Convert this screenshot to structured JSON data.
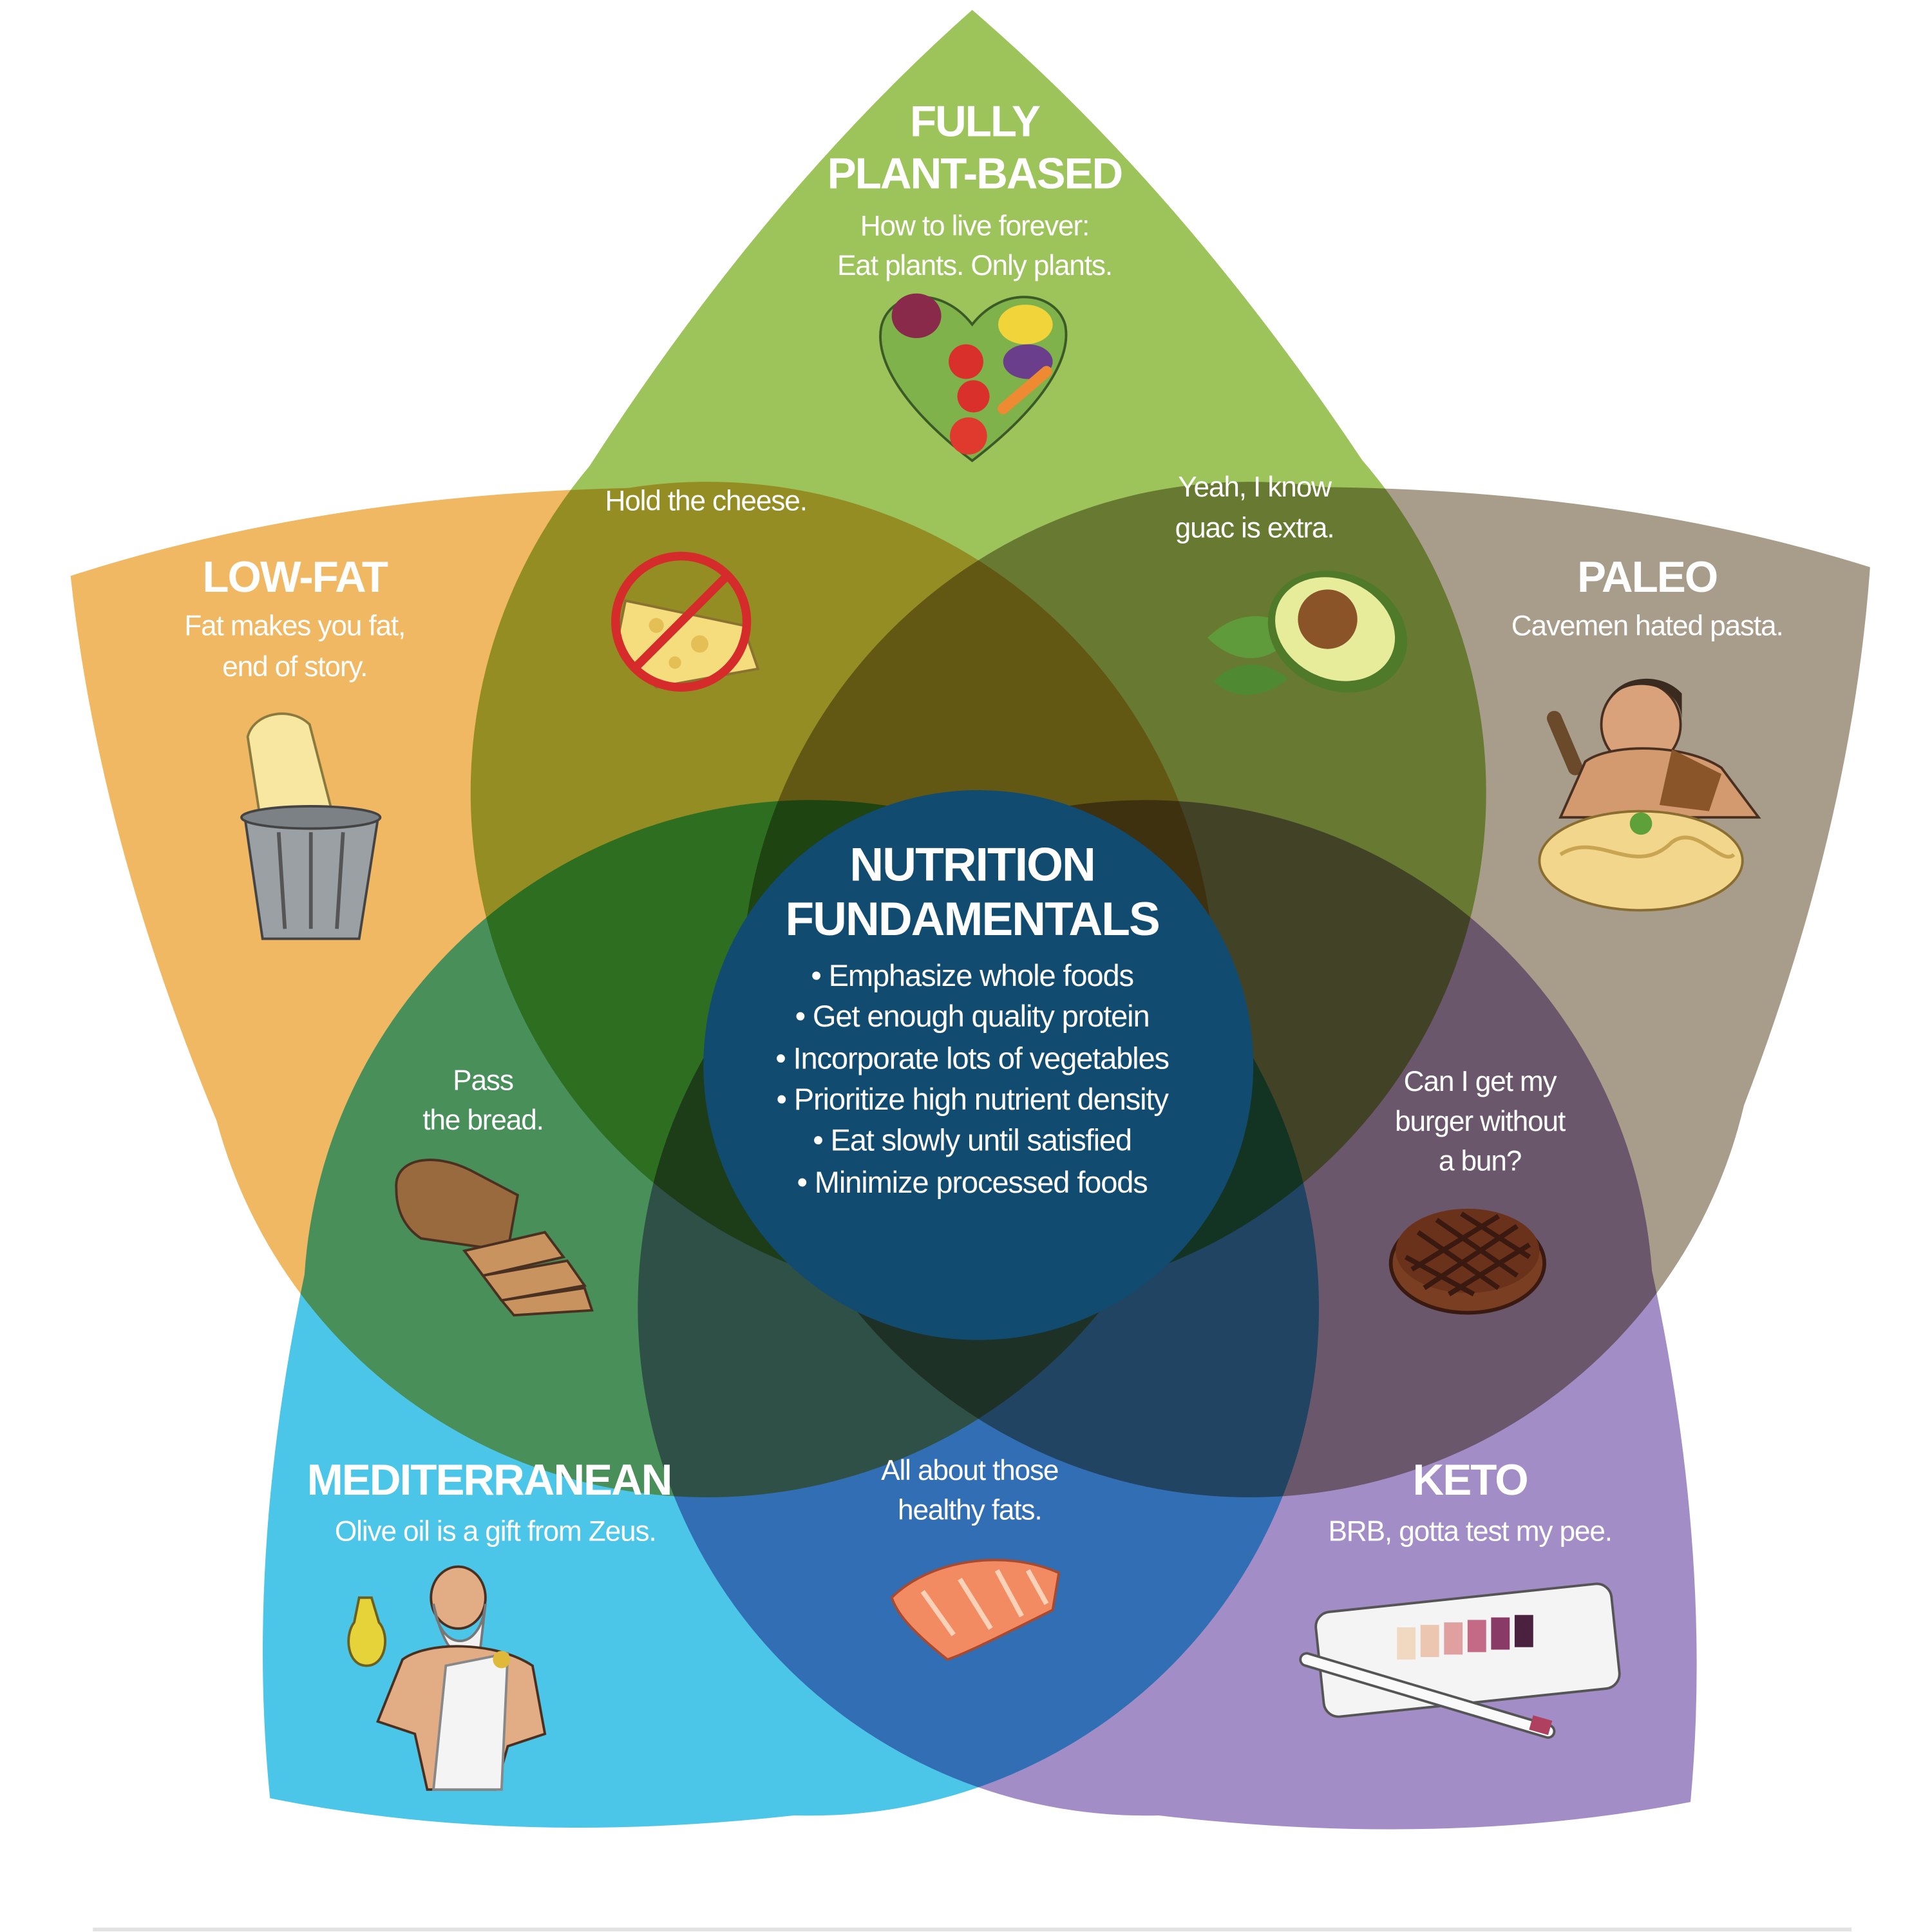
{
  "colors": {
    "plant_based": "#9dc45a",
    "paleo": "#a89d8a",
    "keto": "#a28dc6",
    "mediterranean": "#4cc6e8",
    "low_fat": "#f0b863",
    "center": "#124b70"
  },
  "diets": {
    "plant_based": {
      "title_line1": "FULLY",
      "title_line2": "PLANT-BASED",
      "tagline_line1": "How to live forever:",
      "tagline_line2": "Eat plants. Only plants.",
      "icon": "vegetable-heart-icon"
    },
    "low_fat": {
      "title": "LOW-FAT",
      "tagline_line1": "Fat makes you fat,",
      "tagline_line2": "end of story.",
      "icon": "butter-in-trash-icon"
    },
    "paleo": {
      "title": "PALEO",
      "tagline": "Cavemen hated pasta.",
      "icon": "caveman-pasta-icon"
    },
    "mediterranean": {
      "title": "MEDITERRANEAN",
      "tagline": "Olive oil is a gift from Zeus.",
      "icon": "zeus-olive-oil-icon"
    },
    "keto": {
      "title": "KETO",
      "tagline": "BRB, gotta test my pee.",
      "icon": "ketone-test-strip-icon"
    }
  },
  "overlaps": {
    "plant_lowfat": {
      "line1": "Hold the cheese.",
      "icon": "no-cheese-icon"
    },
    "plant_paleo": {
      "line1": "Yeah, I know",
      "line2": "guac is extra.",
      "icon": "avocado-icon"
    },
    "lowfat_med": {
      "line1": "Pass",
      "line2": "the bread.",
      "icon": "bread-icon"
    },
    "paleo_keto": {
      "line1": "Can I get my",
      "line2": "burger without",
      "line3": "a bun?",
      "icon": "burger-patty-icon"
    },
    "med_keto": {
      "line1": "All about those",
      "line2": "healthy fats.",
      "icon": "salmon-icon"
    }
  },
  "center": {
    "title_line1": "NUTRITION",
    "title_line2": "FUNDAMENTALS",
    "bullets": [
      "• Emphasize whole foods",
      "• Get enough quality protein",
      "• Incorporate lots of vegetables",
      "• Prioritize high nutrient density",
      "• Eat slowly until satisfied",
      "• Minimize processed foods"
    ]
  }
}
